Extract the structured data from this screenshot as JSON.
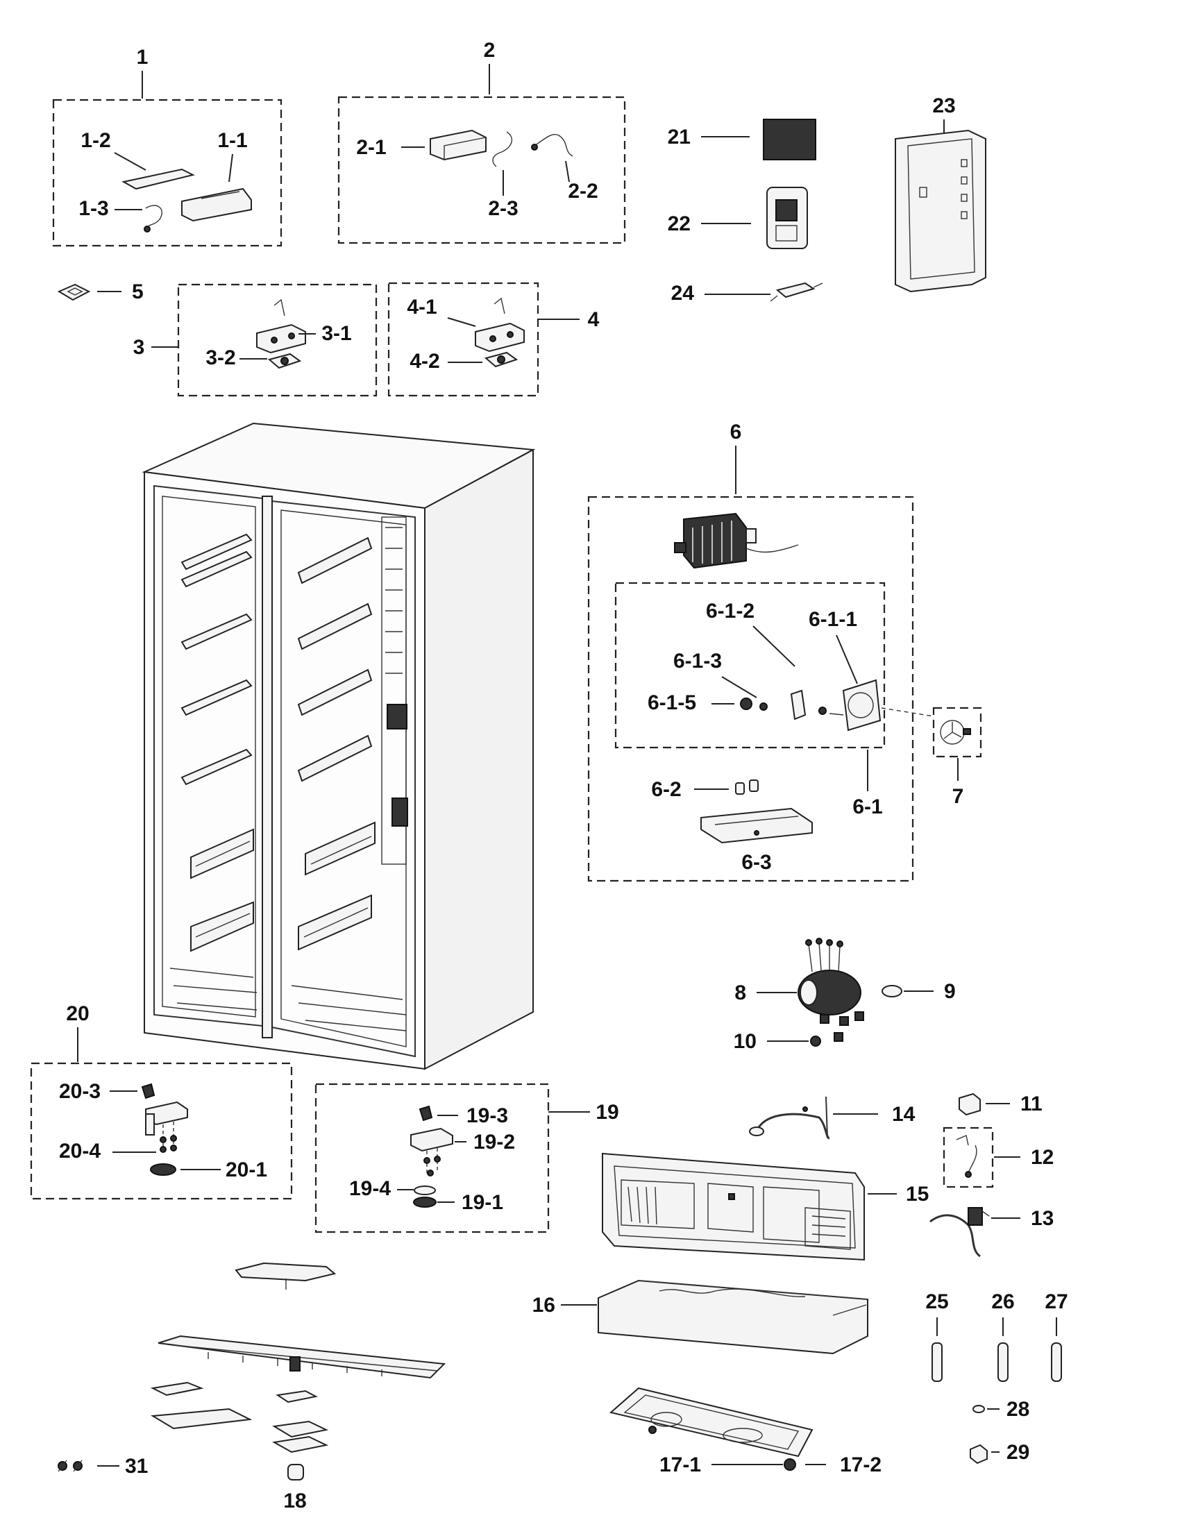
{
  "labels": {
    "l1": "1",
    "l1_1": "1-1",
    "l1_2": "1-2",
    "l1_3": "1-3",
    "l2": "2",
    "l2_1": "2-1",
    "l2_2": "2-2",
    "l2_3": "2-3",
    "l3": "3",
    "l3_1": "3-1",
    "l3_2": "3-2",
    "l4": "4",
    "l4_1": "4-1",
    "l4_2": "4-2",
    "l5": "5",
    "l6": "6",
    "l6_1": "6-1",
    "l6_1_1": "6-1-1",
    "l6_1_2": "6-1-2",
    "l6_1_3": "6-1-3",
    "l6_1_5": "6-1-5",
    "l6_2": "6-2",
    "l6_3": "6-3",
    "l7": "7",
    "l8": "8",
    "l9": "9",
    "l10": "10",
    "l11": "11",
    "l12": "12",
    "l13": "13",
    "l14": "14",
    "l15": "15",
    "l16": "16",
    "l17_1": "17-1",
    "l17_2": "17-2",
    "l18": "18",
    "l19": "19",
    "l19_1": "19-1",
    "l19_2": "19-2",
    "l19_3": "19-3",
    "l19_4": "19-4",
    "l20": "20",
    "l20_1": "20-1",
    "l20_3": "20-3",
    "l20_4": "20-4",
    "l21": "21",
    "l22": "22",
    "l23": "23",
    "l24": "24",
    "l25": "25",
    "l26": "26",
    "l27": "27",
    "l28": "28",
    "l29": "29",
    "l31": "31"
  }
}
